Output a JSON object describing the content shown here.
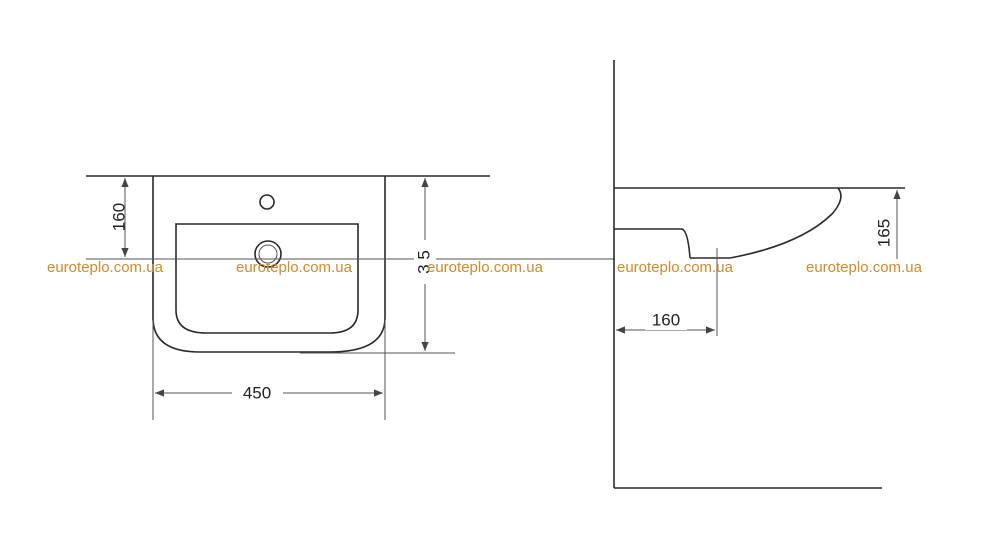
{
  "front_view": {
    "dim_height_wall": "160",
    "dim_depth": "3 5",
    "dim_width": "450"
  },
  "side_view": {
    "dim_bowl_height": "165",
    "dim_projection": "160"
  },
  "watermark": {
    "text": "euroteplo.com.ua",
    "color": "#d4892a"
  },
  "colors": {
    "line": "#2a2a2a",
    "dimension": "#555555"
  }
}
